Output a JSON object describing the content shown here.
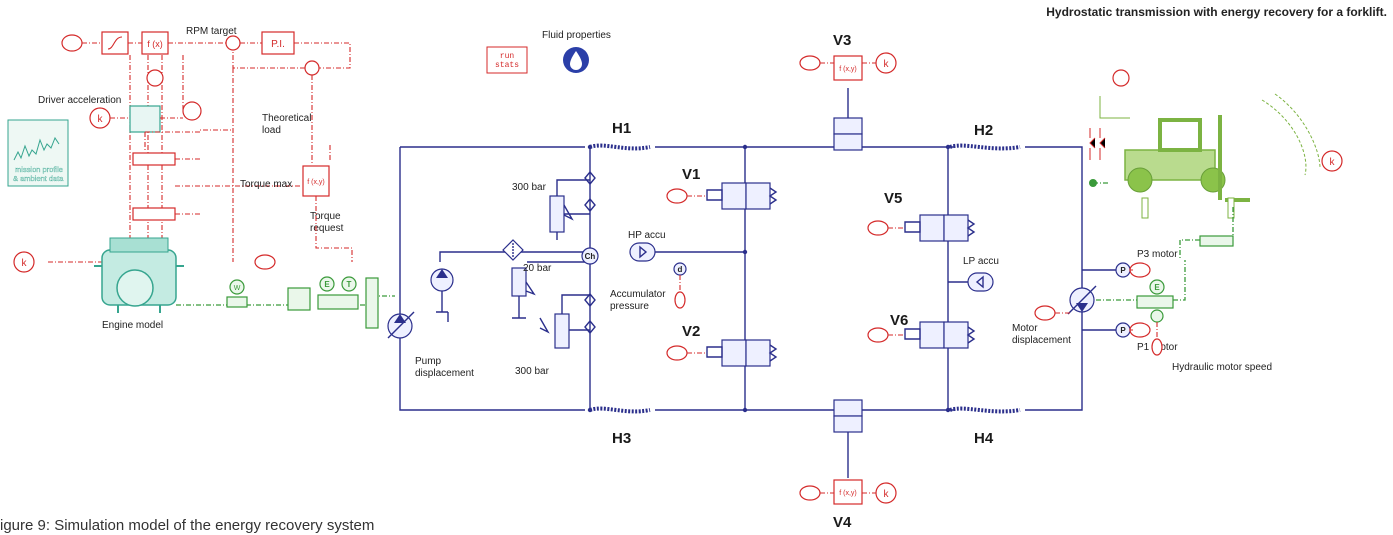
{
  "header": {
    "title": "Hydrostatic transmission with energy recovery for a forklift."
  },
  "caption": "igure 9: Simulation model of the energy recovery system",
  "labels": {
    "rpm_target": "RPM target",
    "pi": "P.I.",
    "fx": "f (x)",
    "fxy": "f (x,y)",
    "run_stats": "run\nstats",
    "fluid_properties": "Fluid properties",
    "driver_acceleration": "Driver acceleration",
    "theoretical_load": "Theoretical\nload",
    "torque_max": "Torque max",
    "torque_request": "Torque\nrequest",
    "mission_profile": "mission profile\n& ambient data",
    "engine_model": "Engine model",
    "pump_displacement": "Pump\ndisplacement",
    "bar300_top": "300 bar",
    "bar20": "20 bar",
    "bar300_bottom": "300 bar",
    "hp_accu": "HP accu",
    "accumulator_pressure": "Accumulator\npressure",
    "lp_accu": "LP accu",
    "p3_motor": "P3 motor",
    "p1_motor": "P1 motor",
    "motor_displacement": "Motor\ndisplacement",
    "hydraulic_motor_speed": "Hydraulic motor speed",
    "k": "k",
    "ch": "Ch",
    "d": "d",
    "p": "P",
    "e": "E",
    "t": "T",
    "w": "W"
  },
  "valves": {
    "v1": "V1",
    "v2": "V2",
    "v3": "V3",
    "v4": "V4",
    "v5": "V5",
    "v6": "V6"
  },
  "hoses": {
    "h1": "H1",
    "h2": "H2",
    "h3": "H3",
    "h4": "H4"
  },
  "colors": {
    "signal": "#d42a2a",
    "hydraulic": "#2b2f8c",
    "mechanical": "#3a9a3a",
    "engine": "#36a58f"
  }
}
